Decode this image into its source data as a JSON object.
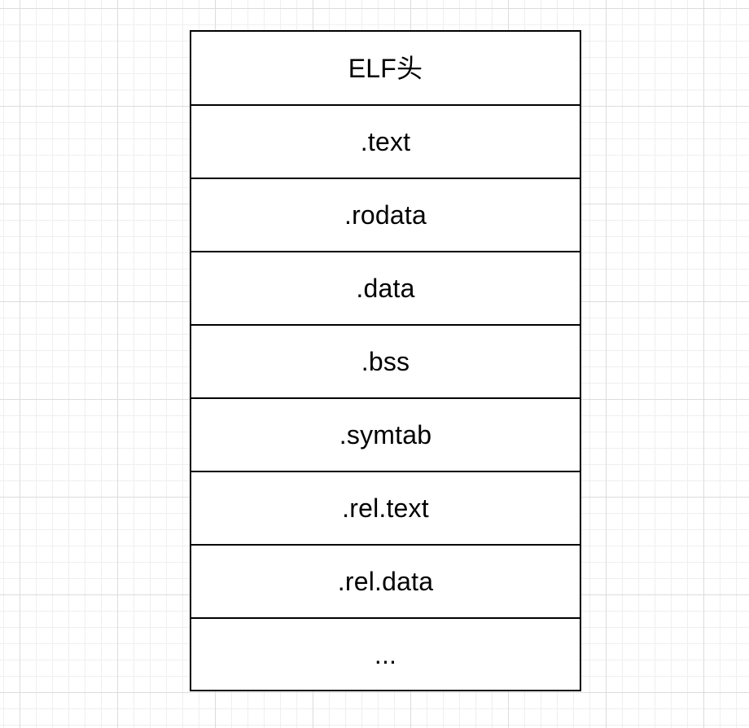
{
  "diagram": {
    "sections": [
      {
        "label": "ELF头"
      },
      {
        "label": ".text"
      },
      {
        "label": ".rodata"
      },
      {
        "label": ".data"
      },
      {
        "label": ".bss"
      },
      {
        "label": ".symtab"
      },
      {
        "label": ".rel.text"
      },
      {
        "label": ".rel.data"
      },
      {
        "label": "..."
      }
    ]
  }
}
